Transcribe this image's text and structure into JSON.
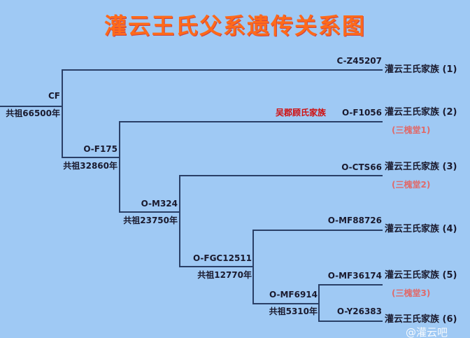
{
  "title": "灌云王氏父系遗传关系图",
  "nodes": [
    {
      "snp": "CF",
      "age": "共祖66500年"
    },
    {
      "snp": "O-F175",
      "age": "共祖32860年"
    },
    {
      "snp": "O-M324",
      "age": "共祖23750年"
    },
    {
      "snp": "O-FGC12511",
      "age": "共祖12770年"
    },
    {
      "snp": "O-MF6914",
      "age": "共祖5310年"
    }
  ],
  "leaves": [
    {
      "snp": "C-Z45207",
      "family": "灌云王氏家族",
      "num": "(1)"
    },
    {
      "snp": "O-F1056",
      "family": "灌云王氏家族",
      "num": "(2)",
      "note": "(三槐堂1)",
      "side": "吴郡顾氏家族"
    },
    {
      "snp": "O-CTS66",
      "family": "灌云王氏家族",
      "num": "(3)",
      "note": "(三槐堂2)"
    },
    {
      "snp": "O-MF88726",
      "family": "灌云王氏家族",
      "num": "(4)"
    },
    {
      "snp": "O-MF36174",
      "family": "灌云王氏家族",
      "num": "(5)",
      "note": "(三槐堂3)"
    },
    {
      "snp": "O-Y26383",
      "family": "灌云王氏家族",
      "num": "(6)"
    }
  ],
  "watermark": "@灌云吧"
}
